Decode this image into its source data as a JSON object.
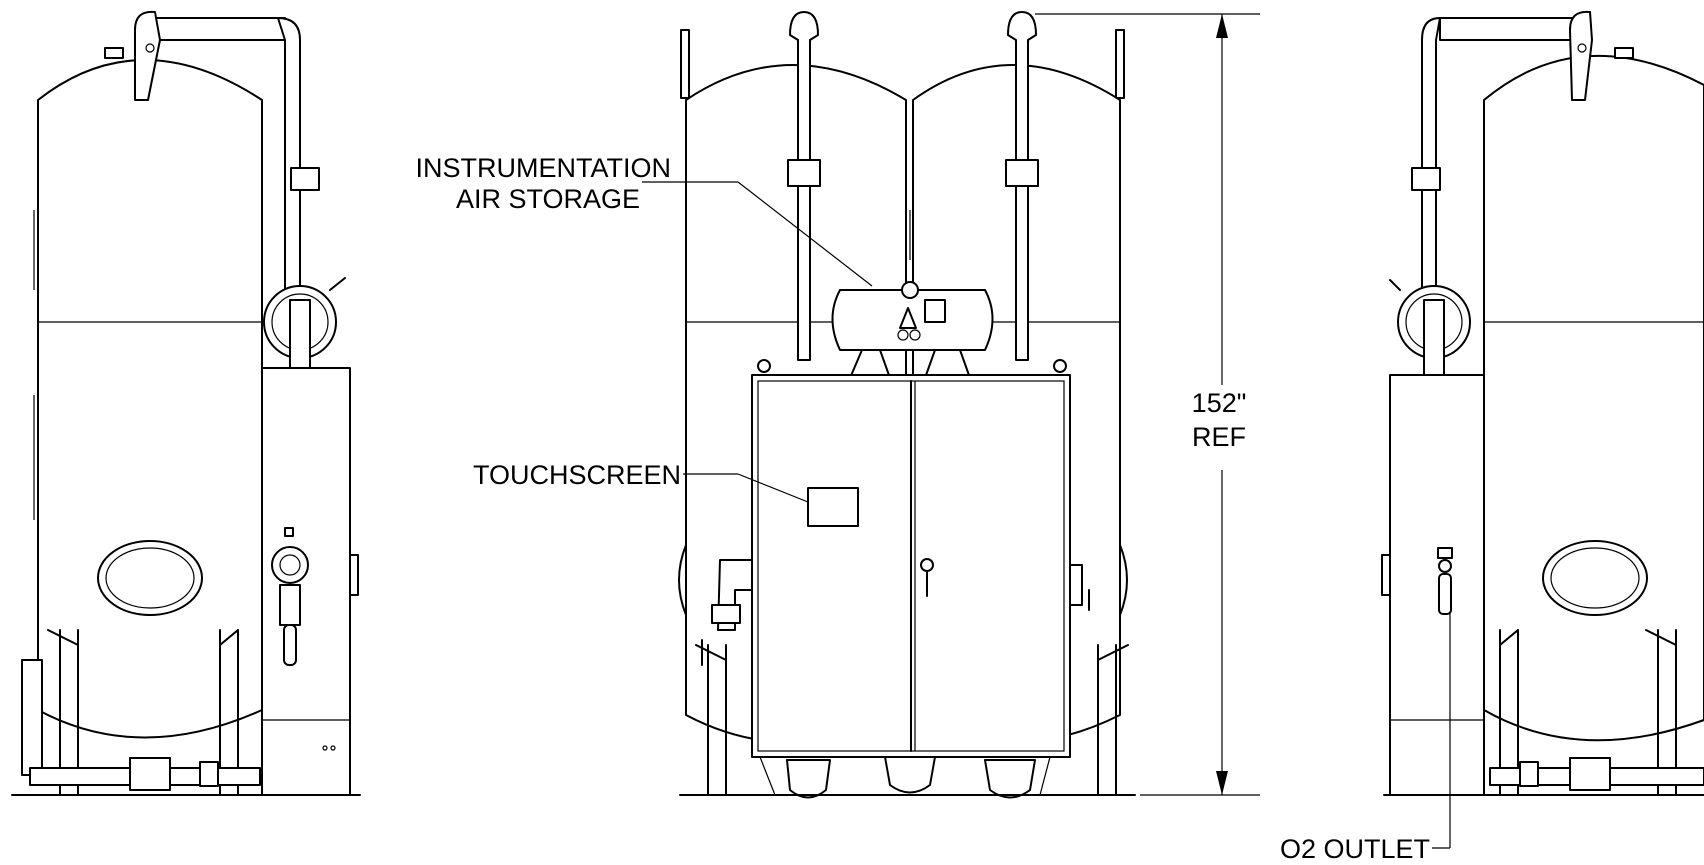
{
  "labels": {
    "instrumentation_line1": "INSTRUMENTATION",
    "instrumentation_line2": "AIR STORAGE",
    "touchscreen": "TOUCHSCREEN",
    "height_value": "152\"",
    "height_ref": "REF",
    "o2_outlet": "O2 OUTLET"
  },
  "colors": {
    "line": "#000000",
    "background": "#ffffff"
  }
}
